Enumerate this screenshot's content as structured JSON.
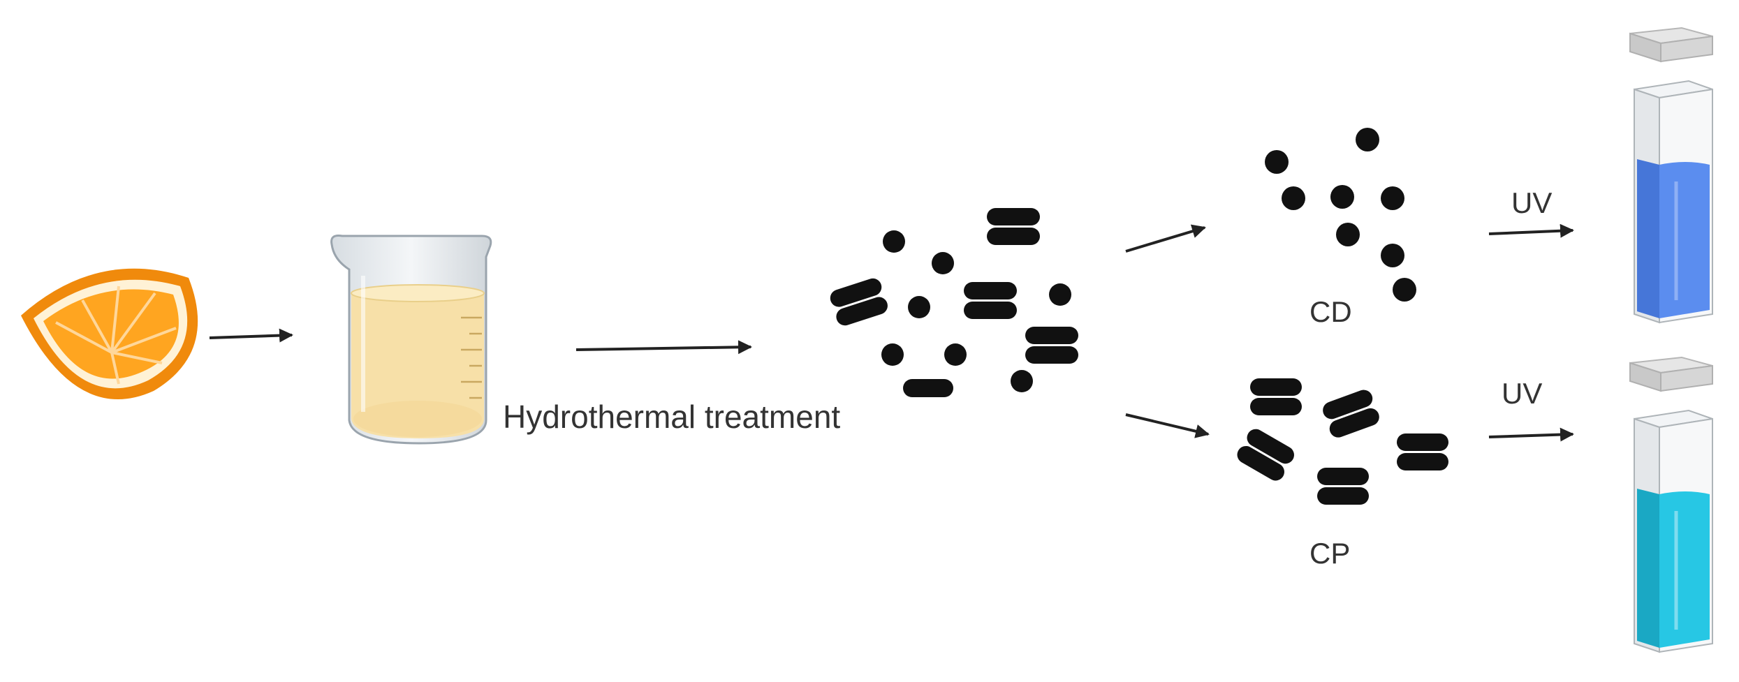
{
  "labels": {
    "hydrothermal": "Hydrothermal treatment",
    "cd": "CD",
    "cp": "CP",
    "uv_top": "UV",
    "uv_bottom": "UV"
  },
  "icons": {
    "source": "orange-slice-icon",
    "vessel": "beaker-icon",
    "cuvette_top": "cuvette-icon",
    "cuvette_bottom": "cuvette-icon"
  },
  "colors": {
    "orange_rind": "#f08a0c",
    "orange_flesh": "#ffa520",
    "beaker_liquid": "#f7e0a8",
    "cuvette_top_fluorescence": "#5b8def",
    "cuvette_bottom_fluorescence": "#27c7e4",
    "particles": "#111111",
    "arrows": "#222222",
    "text": "#333333"
  }
}
